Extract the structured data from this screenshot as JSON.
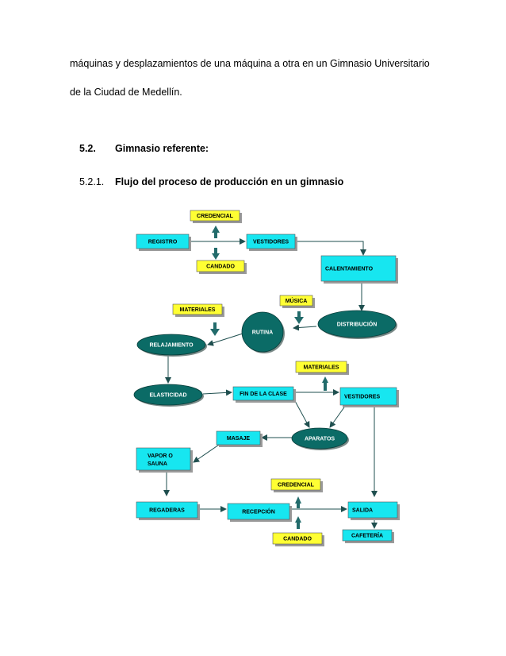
{
  "text": {
    "paragraph_line1": "máquinas y desplazamientos de una máquina a otra en un Gimnasio Universitario",
    "paragraph_line2": "de la Ciudad de Medellín.",
    "section_number": "5.2.",
    "section_title": "Gimnasio referente:",
    "subsection_number": "5.2.1.",
    "subsection_title": "Flujo del proceso de producción en un gimnasio"
  },
  "colors": {
    "process_box": "#17e6f0",
    "resource_box": "#ffff33",
    "ellipse": "#0b6b66",
    "arrow": "#1f4f4f",
    "shadow": "#9a9a9a"
  },
  "diagram": {
    "nodes": {
      "credencial_top": "CREDENCIAL",
      "registro": "REGISTRO",
      "vestidores_top": "VESTIDORES",
      "candado_top": "CANDADO",
      "calentamiento": "CALENTAMIENTO",
      "materiales_left": "MATERIALES",
      "musica": "MÚSICA",
      "rutina": "RUTINA",
      "distribucion": "DISTRIBUCIÓN",
      "relajamiento": "RELAJAMIENTO",
      "materiales_right": "MATERIALES",
      "elasticidad": "ELASTICIDAD",
      "fin_clase": "FIN DE LA CLASE",
      "vestidores_mid": "VESTIDORES",
      "masaje": "MASAJE",
      "aparatos": "APARATOS",
      "vapor_line1": "VAPOR O",
      "vapor_line2": "SAUNA",
      "credencial_bottom": "CREDENCIAL",
      "regaderas": "REGADERAS",
      "recepcion": "RECEPCIÓN",
      "salida": "SALIDA",
      "cafeteria": "CAFETERÍA",
      "candado_bottom": "CANDADO"
    }
  }
}
